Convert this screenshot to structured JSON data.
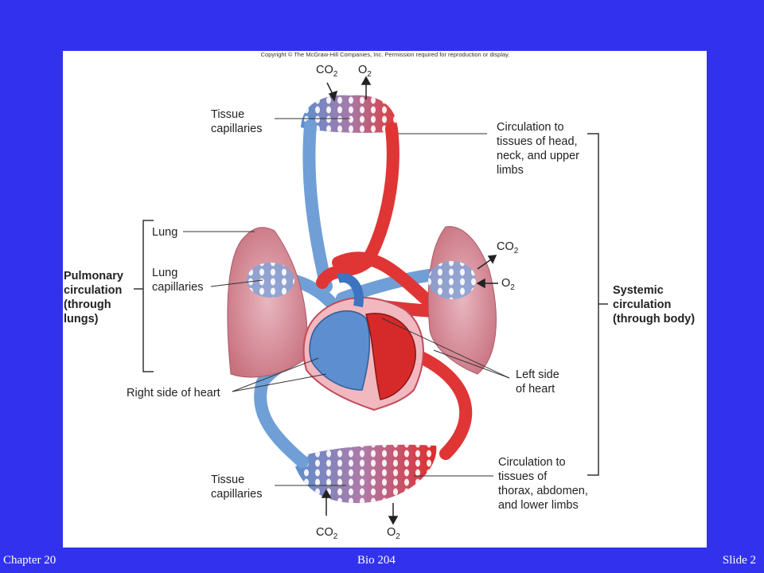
{
  "slide": {
    "copyright": "Copyright © The McGraw-Hill Companies, Inc. Permission required for reproduction or display.",
    "footer": {
      "left": "Chapter 20",
      "center": "Bio 204",
      "right": "Slide 2"
    }
  },
  "diagram": {
    "top_co2": "CO",
    "top_o2": "O",
    "bottom_co2": "CO",
    "bottom_o2": "O",
    "lung_co2": "CO",
    "lung_o2": "O",
    "subscript_2": "2",
    "tissue_capillaries_top": [
      "Tissue",
      "capillaries"
    ],
    "tissue_capillaries_bottom": [
      "Tissue",
      "capillaries"
    ],
    "circulation_upper": [
      "Circulation to",
      "tissues of head,",
      "neck, and upper",
      "limbs"
    ],
    "circulation_lower": [
      "Circulation to",
      "tissues of",
      "thorax, abdomen,",
      "and lower limbs"
    ],
    "lung": "Lung",
    "lung_capillaries": [
      "Lung",
      "capillaries"
    ],
    "pulmonary": [
      "Pulmonary",
      "circulation",
      "(through",
      "lungs)"
    ],
    "systemic": [
      "Systemic",
      "circulation",
      "(through body)"
    ],
    "right_heart": "Right side of heart",
    "left_heart": [
      "Left side",
      "of heart"
    ]
  }
}
